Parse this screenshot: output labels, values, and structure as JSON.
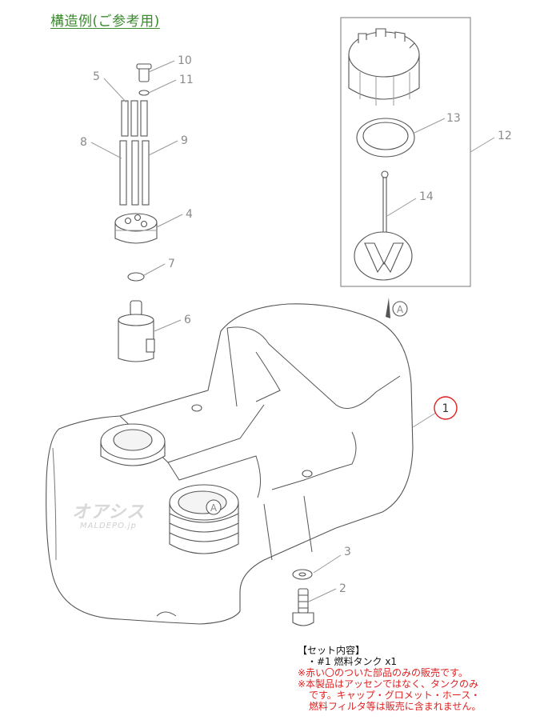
{
  "title": "構造例(ご参考用)",
  "callouts": {
    "c1": "1",
    "c2": "2",
    "c3": "3",
    "c4": "4",
    "c5": "5",
    "c6": "6",
    "c7": "7",
    "c8": "8",
    "c9": "9",
    "c10": "10",
    "c11": "11",
    "c12": "12",
    "c13": "13",
    "c14": "14"
  },
  "ref_mark": "Ⓐ",
  "watermark": {
    "logo": "オアシス",
    "site": "MALDEPO.jp"
  },
  "notes": {
    "heading": "【セット内容】",
    "item": "・#1 燃料タンク x1",
    "red_lines": [
      "※赤い〇のついた部品のみの販売です。",
      "※本製品はアッセンではなく、タンクのみ",
      "です。キャップ・グロメット・ホース・",
      "燃料フィルタ等は販売に含まれません。"
    ]
  },
  "colors": {
    "title": "#3b8a2e",
    "highlight": "#e02020",
    "callout": "#8a8a8a",
    "line": "#555555"
  }
}
